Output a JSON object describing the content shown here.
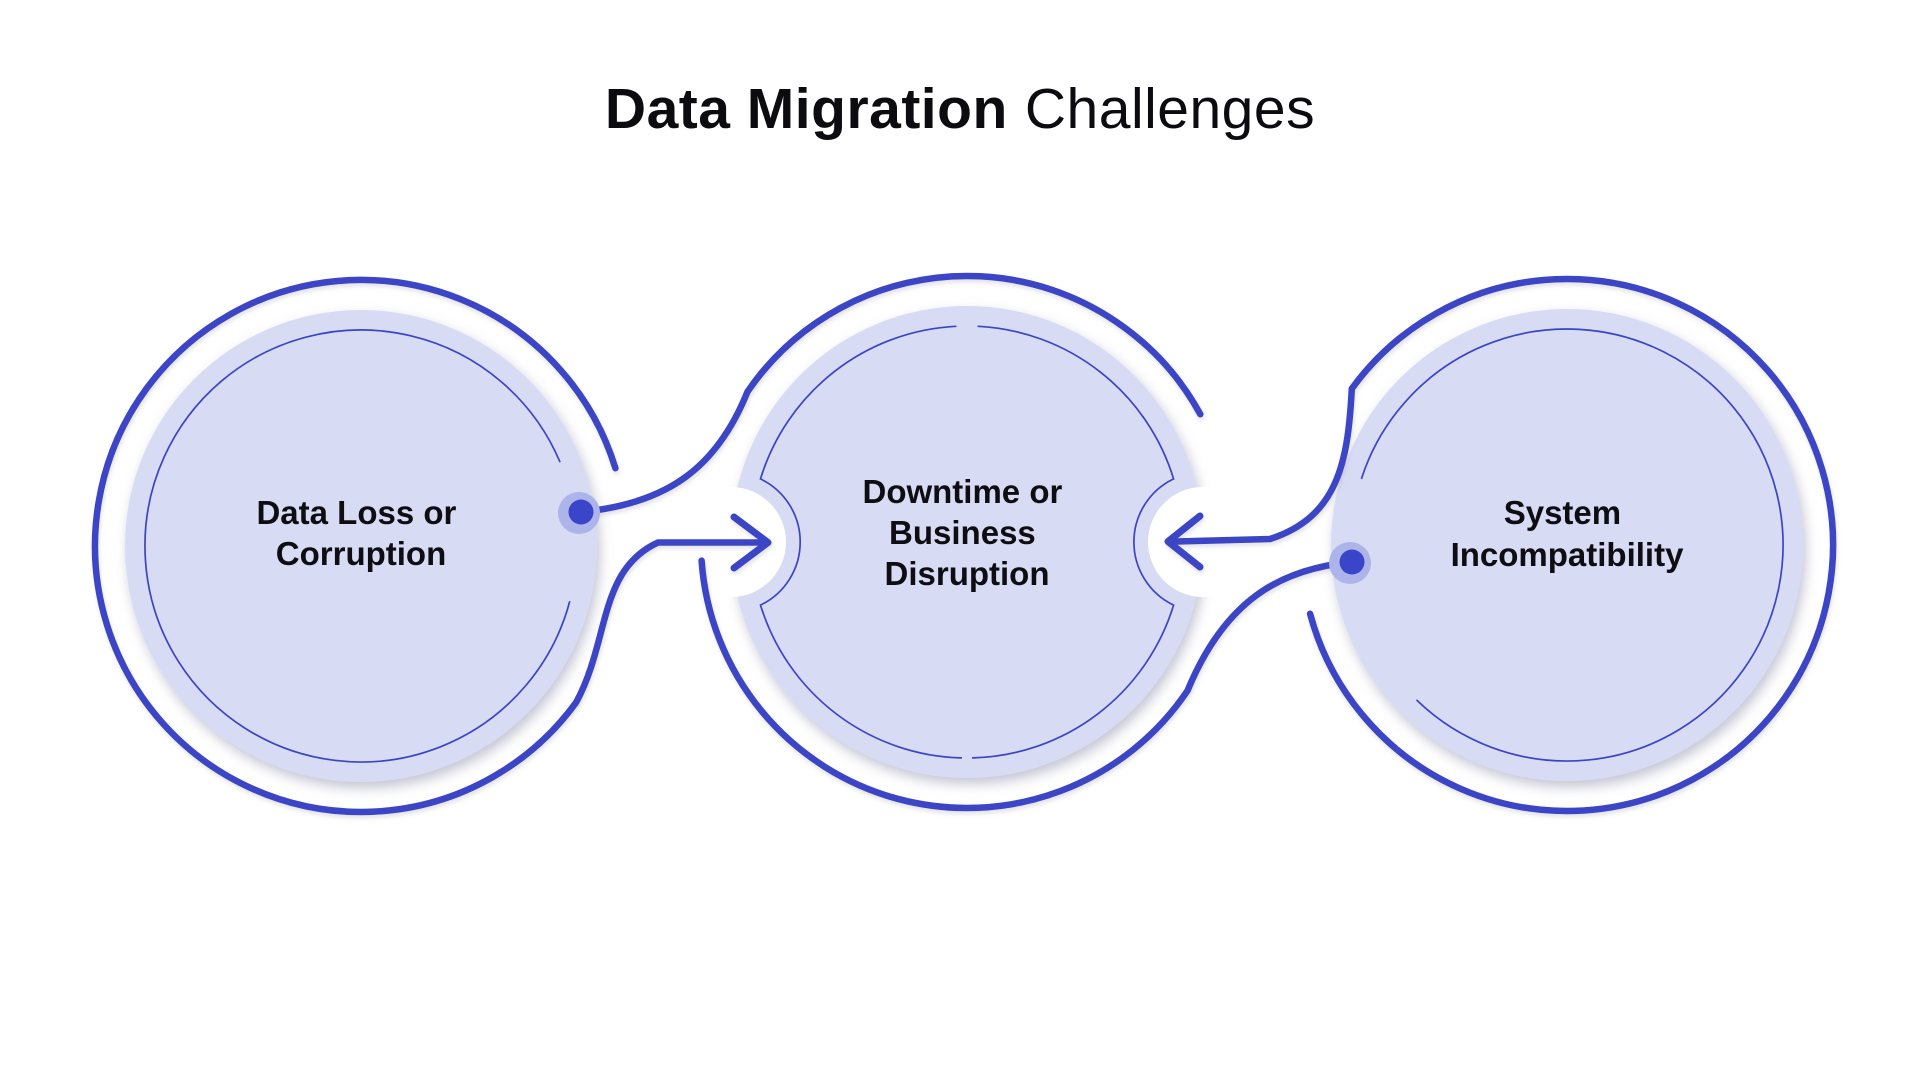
{
  "title": {
    "text_bold": "Data Migration",
    "text_regular": "Challenges"
  },
  "colors": {
    "accent_blue": "#3a45c6",
    "node_fill_lavender": "#d8dbf4",
    "dot_halo": "#adb4ea",
    "text_dark": "#0d0d12",
    "background": "#ffffff"
  },
  "nodes": [
    {
      "id": "data-loss-or-corruption",
      "label_lines": [
        "Data Loss or",
        "Corruption"
      ]
    },
    {
      "id": "downtime-or-business-disruption",
      "label_lines": [
        "Downtime or",
        "Business",
        "Disruption"
      ]
    },
    {
      "id": "system-incompatibility",
      "label_lines": [
        "System",
        "Incompatibility"
      ]
    }
  ],
  "connectors": [
    {
      "from": "data-loss-or-corruption",
      "to": "downtime-or-business-disruption",
      "style": "dot-to-arrow",
      "arrow_direction": "right"
    },
    {
      "from": "system-incompatibility",
      "to": "downtime-or-business-disruption",
      "style": "dot-to-arrow",
      "arrow_direction": "left"
    }
  ]
}
